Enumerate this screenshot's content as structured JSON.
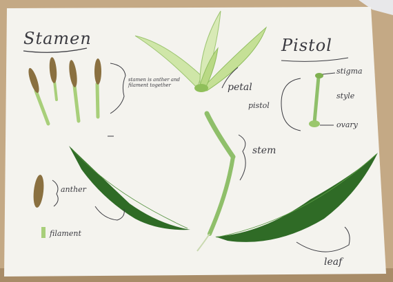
{
  "image": {
    "subject": "flower dissection poster",
    "colors": {
      "table": "#c9b08c",
      "paper": "#f4f3ee",
      "leaf": "#2f6b26",
      "leaf_light": "#4f8f3a",
      "petal": "#cfe6a8",
      "stem": "#8fbf6a",
      "anther": "#8a7040",
      "ink": "#3a3a40"
    }
  },
  "labels": {
    "stamen_title": "Stamen",
    "pistol_title": "Pistol",
    "petal": "petal",
    "stem": "stem",
    "leaf": "leaf",
    "pistol_side": "pistol",
    "stigma": "stigma",
    "style": "style",
    "ovary": "ovary",
    "anther": "anther",
    "filament": "filament",
    "stamen_note": "stamen is anther and filament together"
  }
}
